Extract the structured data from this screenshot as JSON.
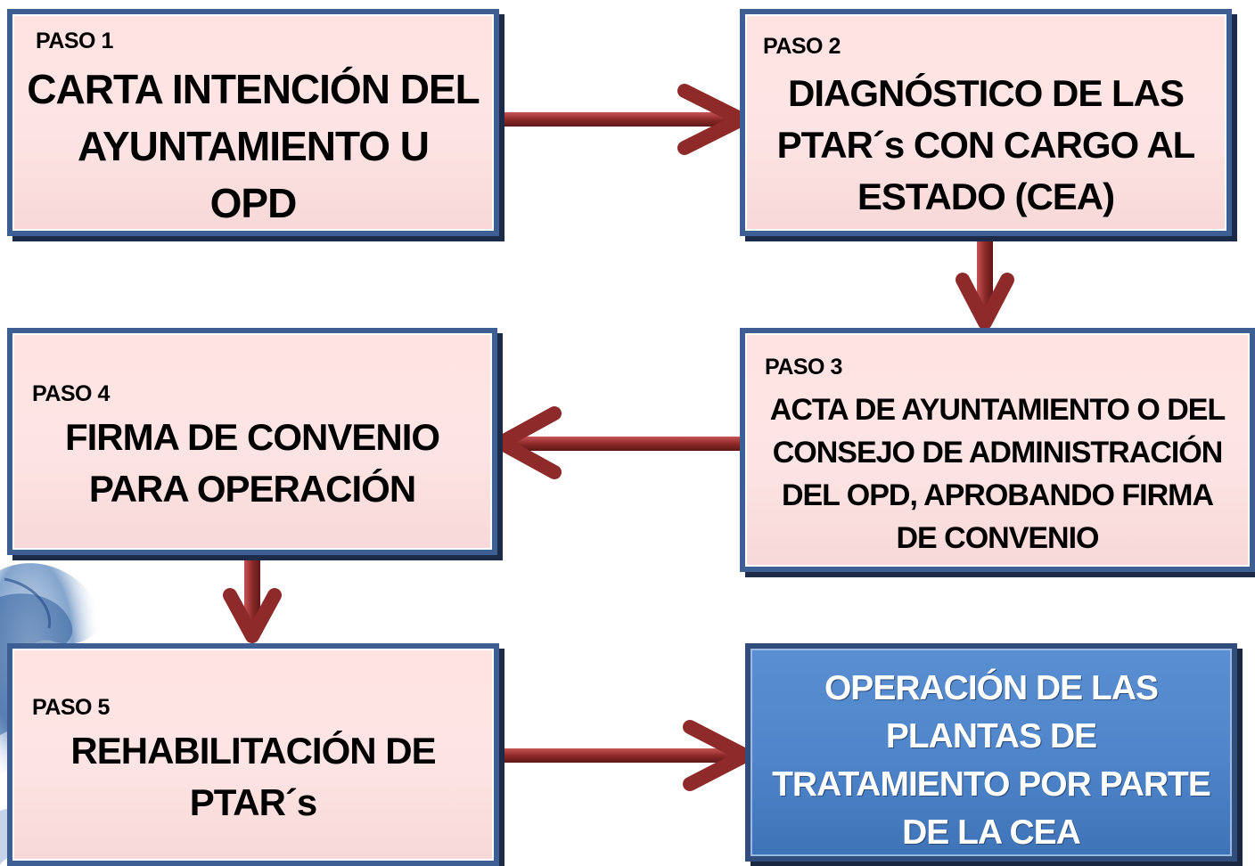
{
  "diagram": {
    "steps": [
      {
        "label": "PASO 1",
        "text": "CARTA INTENCIÓN DEL\nAYUNTAMIENTO U\nOPD"
      },
      {
        "label": "PASO 2",
        "text": "DIAGNÓSTICO DE LAS\nPTAR´s CON CARGO AL\nESTADO (CEA)"
      },
      {
        "label": "PASO 3",
        "text": "ACTA DE AYUNTAMIENTO O DEL\nCONSEJO DE ADMINISTRACIÓN\nDEL OPD, APROBANDO FIRMA\nDE CONVENIO"
      },
      {
        "label": "PASO 4",
        "text": "FIRMA DE CONVENIO\nPARA OPERACIÓN"
      },
      {
        "label": "PASO 5",
        "text": "REHABILITACIÓN DE\nPTAR´s"
      }
    ],
    "final": {
      "text": "OPERACIÓN DE LAS\nPLANTAS DE\nTRATAMIENTO POR PARTE\nDE LA CEA"
    }
  },
  "colors": {
    "step_fill": "#fde4e4",
    "step_border": "#3d5f93",
    "final_fill": "#4f86cb",
    "arrow": "#8e2a2a"
  }
}
